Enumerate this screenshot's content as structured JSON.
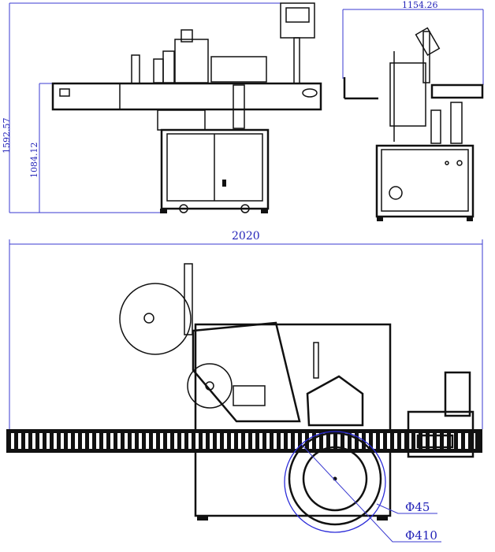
{
  "drawing": {
    "front_view": {
      "overall_height": "1592.57",
      "conveyor_height": "1084.12"
    },
    "side_view": {
      "overall_depth": "1154.26"
    },
    "top_view": {
      "overall_length": "2020",
      "bottle_diameter": "Φ45",
      "star_wheel_diameter": "Φ410"
    }
  },
  "colors": {
    "dimension": "#2323b8",
    "lines": "#111111"
  }
}
